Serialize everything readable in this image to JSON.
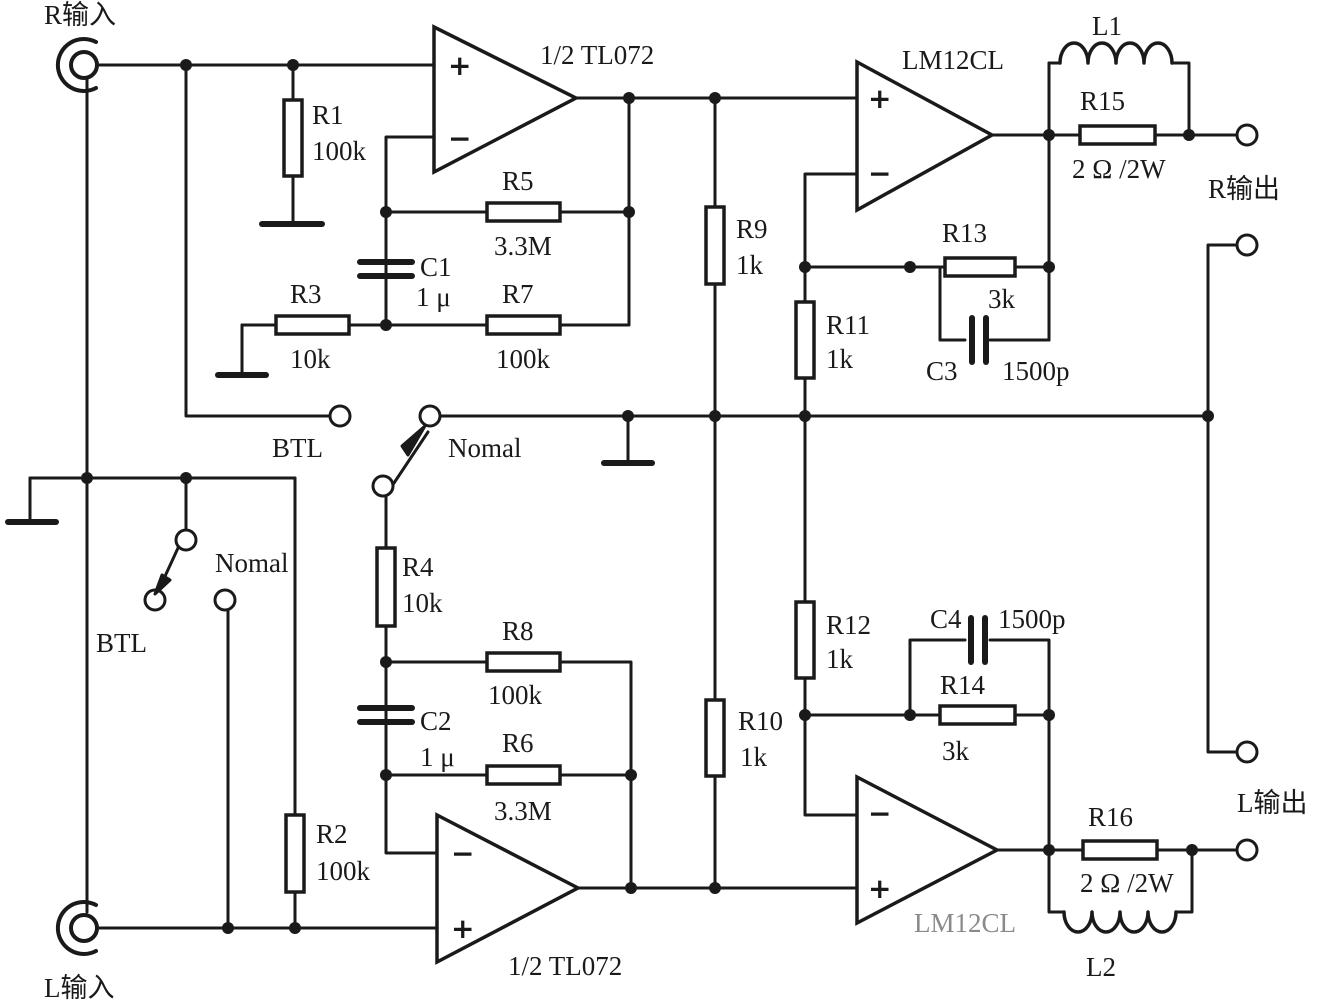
{
  "inputs": {
    "r_in": "R输入",
    "l_in": "L输入"
  },
  "outputs": {
    "r_out": "R输出",
    "l_out": "L输出"
  },
  "amplifiers": {
    "u1": "1/2 TL072",
    "u2": "1/2 TL072",
    "u3": "LM12CL",
    "u4": "LM12CL"
  },
  "components": {
    "R1": {
      "ref": "R1",
      "value": "100k"
    },
    "R2": {
      "ref": "R2",
      "value": "100k"
    },
    "R3": {
      "ref": "R3",
      "value": "10k"
    },
    "R4": {
      "ref": "R4",
      "value": "10k"
    },
    "R5": {
      "ref": "R5",
      "value": "3.3M"
    },
    "R6": {
      "ref": "R6",
      "value": "3.3M"
    },
    "R7": {
      "ref": "R7",
      "value": "100k"
    },
    "R8": {
      "ref": "R8",
      "value": "100k"
    },
    "R9": {
      "ref": "R9",
      "value": "1k"
    },
    "R10": {
      "ref": "R10",
      "value": "1k"
    },
    "R11": {
      "ref": "R11",
      "value": "1k"
    },
    "R12": {
      "ref": "R12",
      "value": "1k"
    },
    "R13": {
      "ref": "R13",
      "value": "3k"
    },
    "R14": {
      "ref": "R14",
      "value": "3k"
    },
    "R15": {
      "ref": "R15",
      "value": "2 Ω /2W"
    },
    "R16": {
      "ref": "R16",
      "value": "2 Ω /2W"
    },
    "C1": {
      "ref": "C1",
      "value": "1 μ"
    },
    "C2": {
      "ref": "C2",
      "value": "1 μ"
    },
    "C3": {
      "ref": "C3",
      "value": "1500p"
    },
    "C4": {
      "ref": "C4",
      "value": "1500p"
    },
    "L1": {
      "ref": "L1"
    },
    "L2": {
      "ref": "L2"
    }
  },
  "switches": {
    "sw1": {
      "btl": "BTL",
      "normal": "Nomal"
    },
    "sw2": {
      "btl": "BTL",
      "normal": "Nomal"
    }
  },
  "signs": {
    "plus": "+",
    "minus": "−"
  }
}
